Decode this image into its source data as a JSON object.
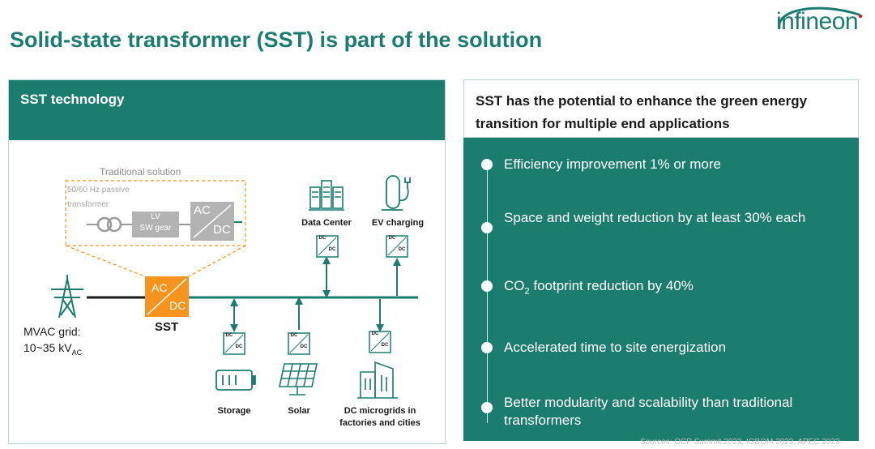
{
  "title": "Solid-state transformer (SST) is part of the solution",
  "logo": {
    "text": "infineon"
  },
  "left_panel": {
    "header": "SST technology",
    "traditional_title": "Traditional solution",
    "passive_transformer": "50/60 Hz passive transformer",
    "lv_gear_line1": "LV",
    "lv_gear_line2": "SW gear",
    "acdc_ac": "AC",
    "acdc_dc": "DC",
    "sst_ac": "AC",
    "sst_dc": "DC",
    "sst_label": "SST",
    "grid_label_line1": "MVAC grid:",
    "grid_label_line2": "10~35 kV",
    "grid_label_sub": "AC",
    "dcdc_top": "DC",
    "dcdc_bottom": "DC",
    "applications": {
      "data_center": "Data Center",
      "ev_charging": "EV charging",
      "storage": "Storage",
      "solar": "Solar",
      "dc_microgrids_line1": "DC microgrids in",
      "dc_microgrids_line2": "factories and cities"
    }
  },
  "right_panel": {
    "header": "SST has the potential to enhance the green energy transition for multiple end applications",
    "bullets": [
      "Efficiency improvement 1% or more",
      "Space and weight reduction by at least 30% each",
      "CO",
      "Accelerated time to site energization",
      "Better modularity and scalability than traditional transformers"
    ],
    "co2_sub": "2",
    "co2_rest": " footprint reduction by 40%"
  },
  "source": "Sources: OCP Summit 2023, IGBOM 2023, APEC 2023",
  "colors": {
    "brand_green": "#1b7d6e",
    "orange": "#f7941d",
    "gray": "#b3b3b3"
  },
  "icons": [
    "transmission-tower-icon",
    "server-icon",
    "ev-charger-icon",
    "battery-icon",
    "solar-panel-icon",
    "buildings-icon"
  ]
}
